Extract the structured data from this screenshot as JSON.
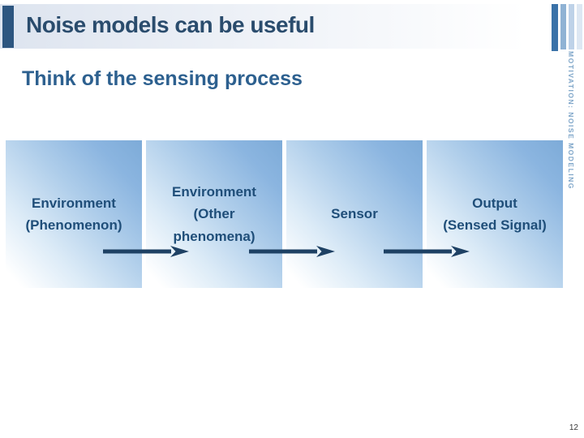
{
  "slide": {
    "header": {
      "title": "Noise models can be useful"
    },
    "subtitle": "Think of the sensing process",
    "side_tab_text": "MOTIVATION: NOISE MODELING",
    "page_number": "12"
  },
  "diagram": {
    "type": "flow",
    "boxes": [
      {
        "id": "environment-phenomenon",
        "lines": [
          "Environment",
          "(Phenomenon)"
        ]
      },
      {
        "id": "environment-other-phenomena",
        "lines": [
          "Environment",
          "(Other",
          "phenomena)"
        ]
      },
      {
        "id": "sensor",
        "lines": [
          "Sensor"
        ]
      },
      {
        "id": "output-sensed-signal",
        "lines": [
          "Output",
          "(Sensed Signal)"
        ]
      }
    ],
    "connections": [
      {
        "from": "environment-phenomenon",
        "to": "environment-other-phenomena"
      },
      {
        "from": "environment-other-phenomena",
        "to": "sensor"
      },
      {
        "from": "sensor",
        "to": "output-sensed-signal"
      }
    ]
  },
  "colors": {
    "title_text": "#2a4c6d",
    "subtitle_text": "#2d608f",
    "box_text": "#1f4e79",
    "arrow": "#1e4164",
    "header_accent": "#2d5680",
    "box_gradient_dark": "#7dabd8",
    "box_gradient_light": "#ffffff",
    "side_tab_text": "#7fa6c9",
    "decor_bars": [
      "#3a72a8",
      "#8fb2d4",
      "#bed2e8",
      "#dde7f3"
    ]
  }
}
